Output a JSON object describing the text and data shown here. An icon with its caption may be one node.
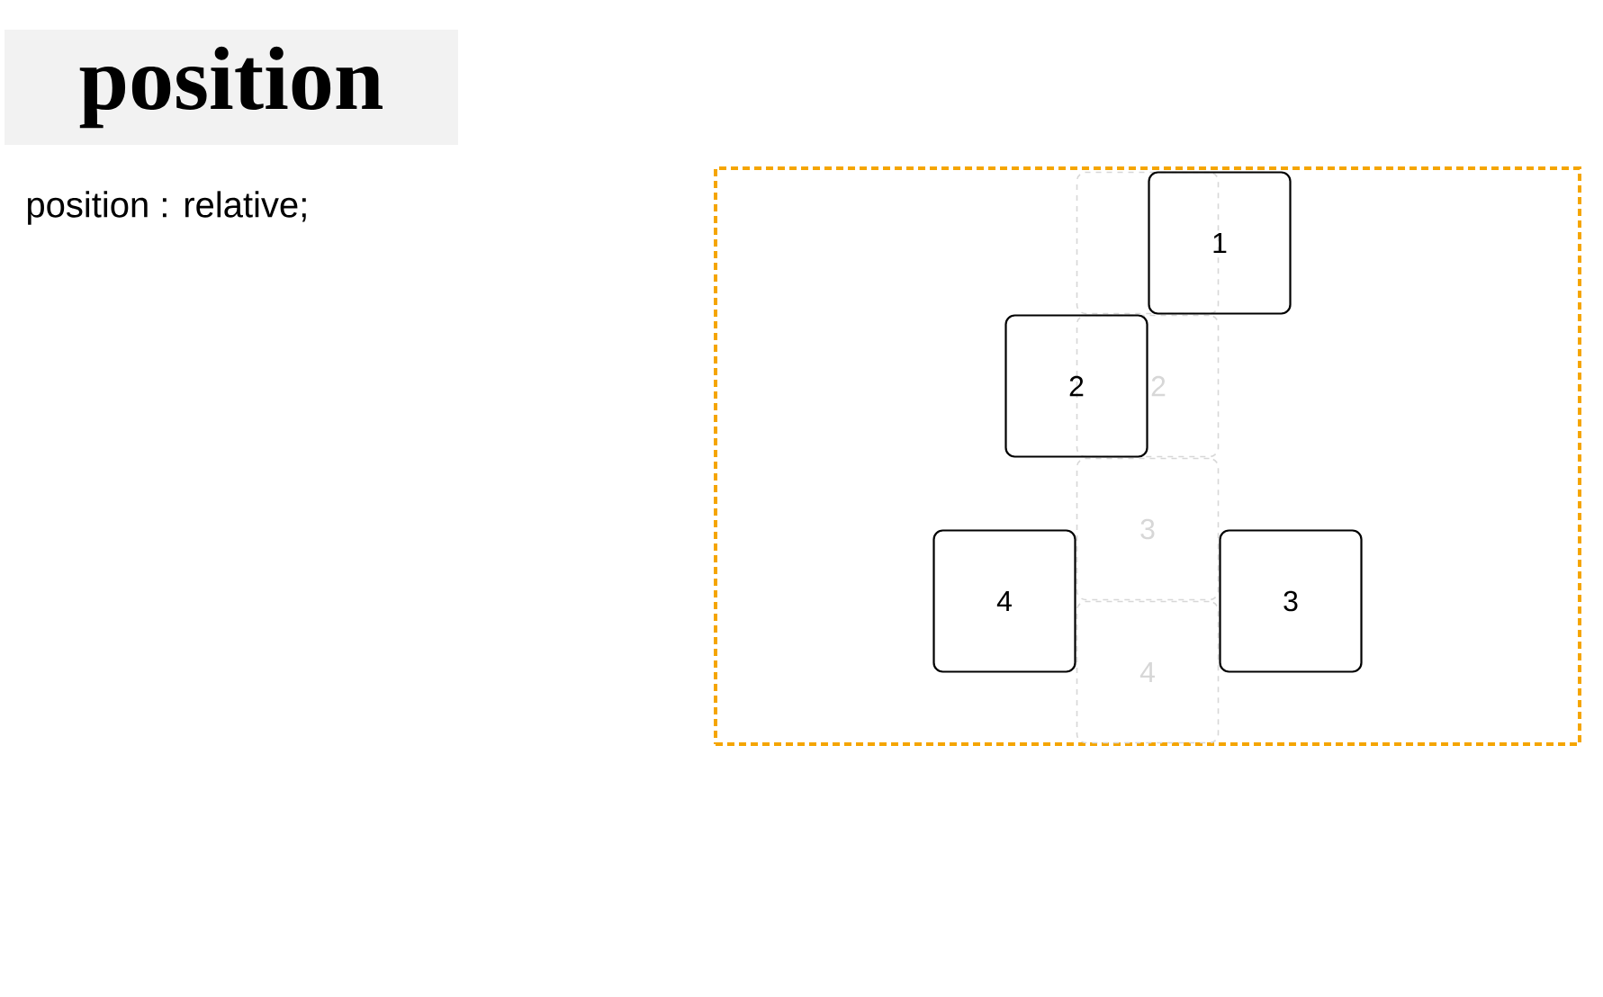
{
  "diagram": {
    "title": "position",
    "nodes": [
      {
        "text": [],
        "shape": "box"
      },
      {
        "text": [],
        "shape": "box",
        "in": 0
      },
      {
        "text": [
          "2"
        ],
        "in": 0
      },
      {
        "text": [
          "3"
        ],
        "in": 0
      },
      {
        "text": [
          "4"
        ],
        "in": 0
      },
      {
        "text": [
          "1"
        ],
        "in": 0
      },
      {
        "text": [
          "2"
        ],
        "in": 0
      },
      {
        "text": [
          "3"
        ],
        "in": 0
      },
      {
        "text": [
          "4"
        ],
        "in": 0
      }
    ],
    "edges": [],
    "labels": [
      "position : relative;"
    ]
  }
}
